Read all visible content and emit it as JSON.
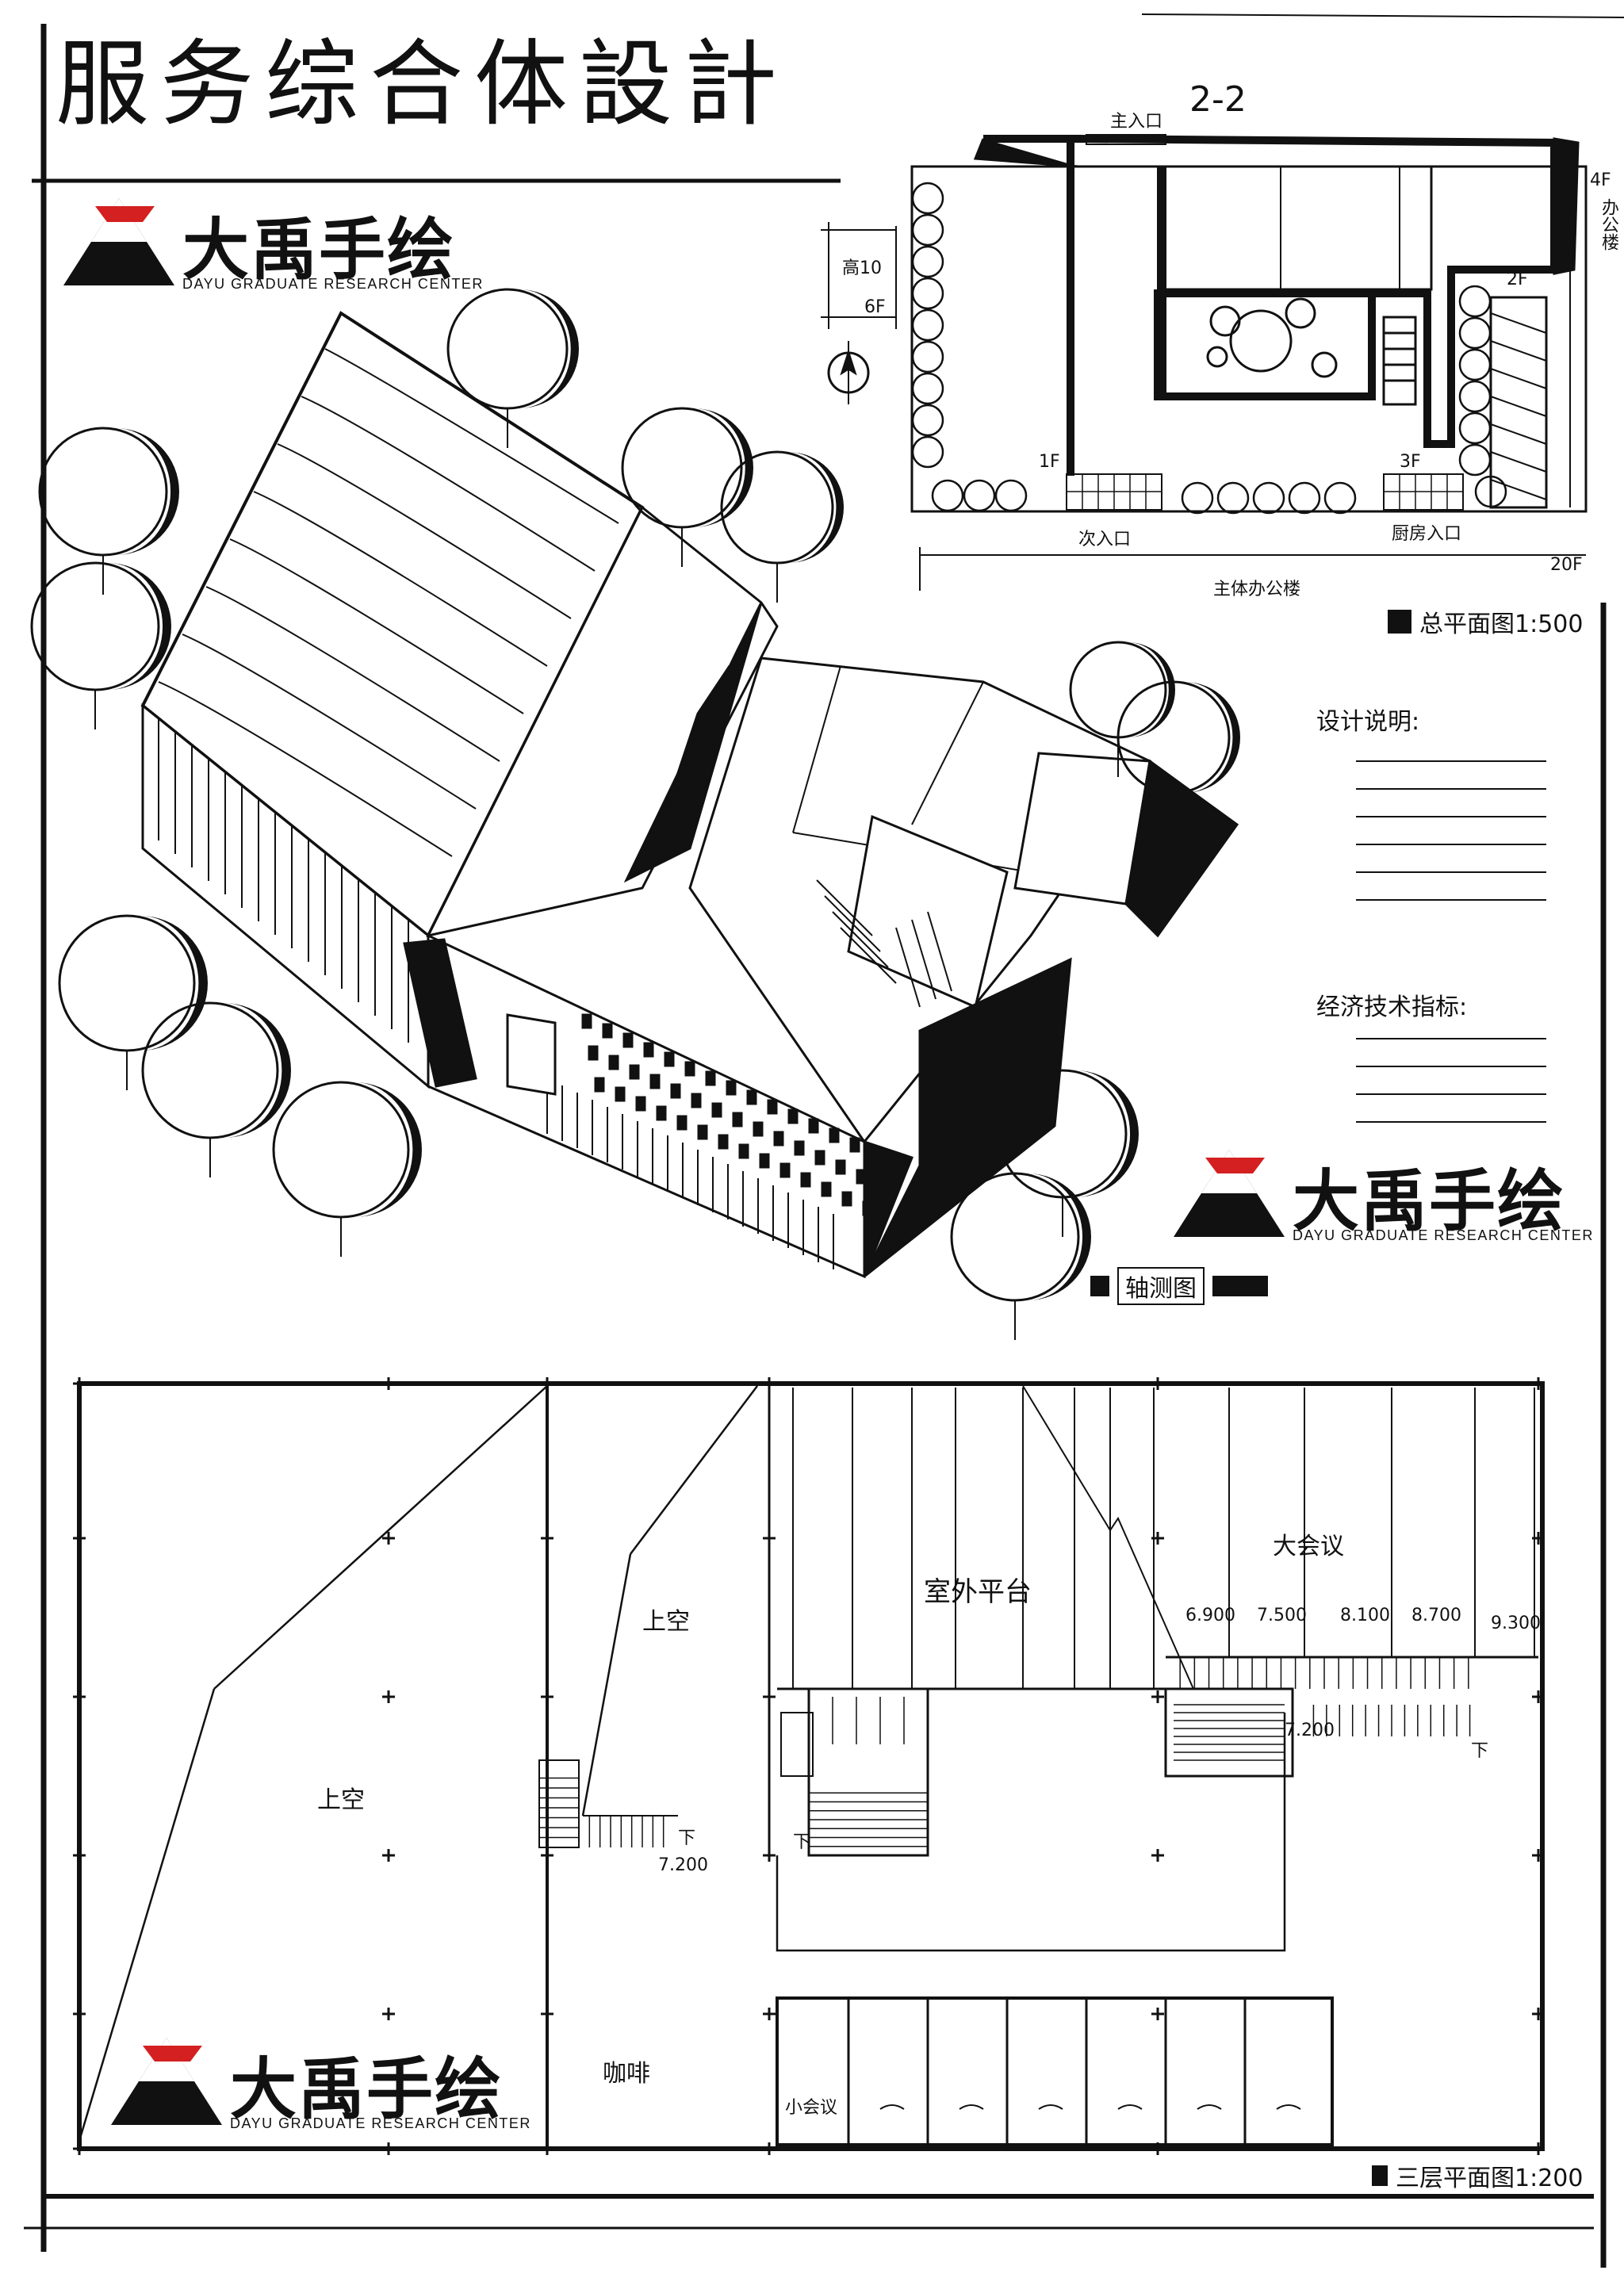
{
  "title": {
    "main": "服务综合体設計",
    "sheet_no": "2-2"
  },
  "logo": {
    "cn": "大禹手绘",
    "en": "DAYU GRADUATE RESEARCH CENTER",
    "brand_color": "#d42020"
  },
  "site_plan": {
    "tag": "总平面图1:500",
    "main_entrance": "主入口",
    "secondary_entrance": "次入口",
    "kitchen_entrance": "厨房入口",
    "office_label": "主体办公楼",
    "height_label": "高10",
    "floors_label": "6F",
    "floor_marks": [
      "1F",
      "3F",
      "2F",
      "4F"
    ],
    "side_label": "办公楼",
    "dimension": "20F"
  },
  "axonometric": {
    "tag": "轴测图"
  },
  "notes": {
    "design_title": "设计说明:",
    "tech_title": "经济技术指标:"
  },
  "floor_plan": {
    "tag": "三层平面图1:200",
    "rooms": {
      "void_left": "上空",
      "void_mid": "上空",
      "outdoor_terrace": "室外平台",
      "big_meeting": "大会议",
      "cafe": "咖啡",
      "small_meeting": "小会议"
    },
    "elevations": [
      "6.900",
      "7.500",
      "8.100",
      "8.700",
      "9.300",
      "7.200",
      "7.200"
    ],
    "stair_marks": [
      "下",
      "下",
      "下"
    ]
  }
}
